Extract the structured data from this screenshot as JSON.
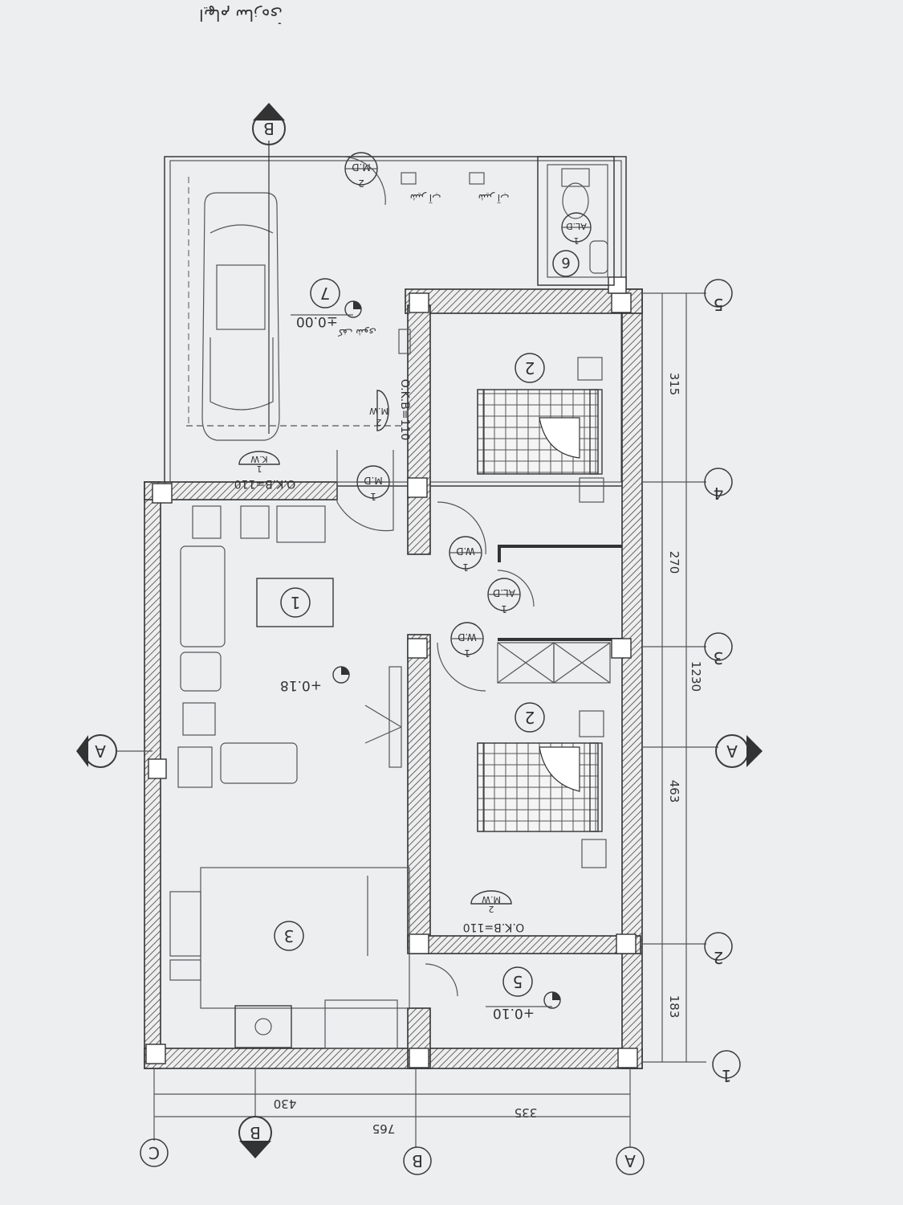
{
  "header_note": "ۡایهام سازه‌ی",
  "grid_rows": [
    {
      "label": "5",
      "tag": "grid-row-5"
    },
    {
      "label": "4",
      "tag": "grid-row-4"
    },
    {
      "label": "3",
      "tag": "grid-row-3"
    },
    {
      "label": "2",
      "tag": "grid-row-2"
    },
    {
      "label": "1",
      "tag": "grid-row-1"
    }
  ],
  "grid_cols": [
    {
      "label": "A",
      "tag": "grid-col-a"
    },
    {
      "label": "B",
      "tag": "grid-col-b"
    },
    {
      "label": "C",
      "tag": "grid-col-c"
    }
  ],
  "section_markers": [
    {
      "label": "B",
      "tag": "section-b-top"
    },
    {
      "label": "B",
      "tag": "section-b-bottom"
    },
    {
      "label": "A",
      "tag": "section-a-left"
    },
    {
      "label": "A",
      "tag": "section-a-right"
    }
  ],
  "dims_right": {
    "d1": "315",
    "d2": "270",
    "d3": "463",
    "d4": "183",
    "total": "1230"
  },
  "dims_bottom": {
    "d1": "430",
    "d2": "335",
    "total": "765"
  },
  "rooms": [
    {
      "num": "7",
      "tag": "room-7-parking"
    },
    {
      "num": "2",
      "tag": "room-2-bedroom-upper"
    },
    {
      "num": "2",
      "tag": "room-2-bedroom-lower"
    },
    {
      "num": "1",
      "tag": "room-1-living"
    },
    {
      "num": "3",
      "tag": "room-3-kitchen"
    },
    {
      "num": "5",
      "tag": "room-5-entry"
    },
    {
      "num": "6",
      "tag": "room-6-bath"
    }
  ],
  "levels": {
    "parking": "±0.00",
    "living": "+0.18",
    "entry": "+0.10"
  },
  "doors": [
    {
      "code": "M.D",
      "n": "1",
      "tag": "door-md-1"
    },
    {
      "code": "W.D",
      "n": "1",
      "tag": "door-wd-1-upper"
    },
    {
      "code": "AL.D",
      "n": "1",
      "tag": "door-ald-1"
    },
    {
      "code": "W.D",
      "n": "1",
      "tag": "door-wd-1-lower"
    },
    {
      "code": "AL.D",
      "n": "1",
      "tag": "door-ald-1-bath"
    },
    {
      "code": "M.D",
      "n": "2",
      "tag": "door-md-2-gate"
    }
  ],
  "windows": [
    {
      "code": "K.W",
      "n": "1",
      "tag": "window-kw-1"
    },
    {
      "code": "M.W",
      "n": "2",
      "tag": "window-mw-2-upper"
    },
    {
      "code": "M.W",
      "n": "2",
      "tag": "window-mw-2-lower"
    }
  ],
  "okb": {
    "a": "O.K.B=110",
    "b": "O.K.B=110",
    "c": "O.K.B=110"
  },
  "yard_notes": {
    "n1": "شیر آب",
    "n2": "شیر آب",
    "n3": "کف شوی"
  },
  "colors": {
    "paper": "#eceef0",
    "ink": "#333333"
  }
}
